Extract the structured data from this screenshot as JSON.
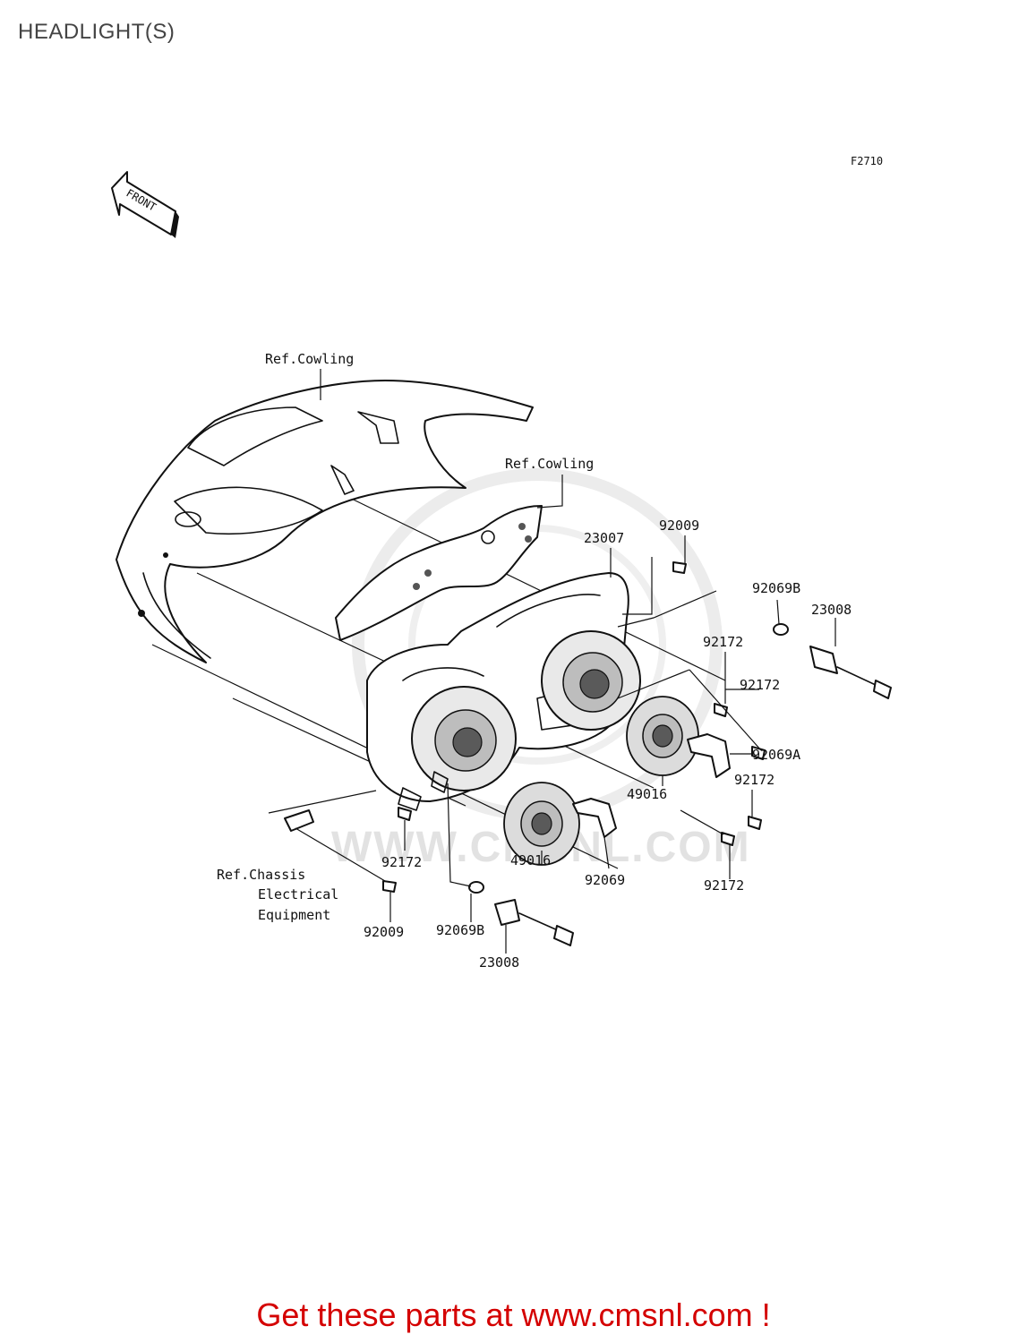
{
  "page": {
    "title": "HEADLIGHT(S)",
    "figure_code": "F2710"
  },
  "front_label": "FRONT",
  "watermark": "WWW.CMSNL.COM",
  "labels": {
    "ref_cowling_1": "Ref.Cowling",
    "ref_cowling_2": "Ref.Cowling",
    "ref_chassis_1": "Ref.Chassis",
    "ref_chassis_2": "Electrical",
    "ref_chassis_3": "Equipment",
    "part_23007": "23007",
    "part_92009_top": "92009",
    "part_92069b_top": "92069B",
    "part_23008_top": "23008",
    "part_92172_a": "92172",
    "part_92172_b": "92172",
    "part_92069a": "92069A",
    "part_92172_c": "92172",
    "part_49016_right": "49016",
    "part_92172_d": "92172",
    "part_92172_left": "92172",
    "part_49016_left": "49016",
    "part_92069": "92069",
    "part_92009_bottom": "92009",
    "part_92069b_bottom": "92069B",
    "part_23008_bottom": "23008"
  },
  "footer": {
    "link_text": "Get these parts at www.cmsnl.com !"
  }
}
